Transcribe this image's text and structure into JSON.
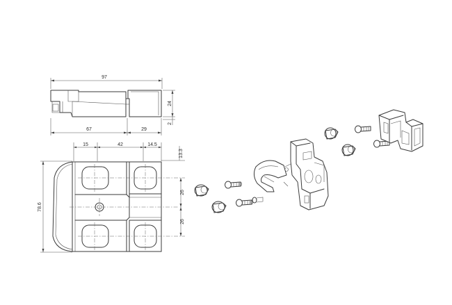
{
  "diagram": {
    "dimensions": {
      "overall_length": "97",
      "left_length": "67",
      "right_length": "29",
      "height_side": "24",
      "offset_small": "2",
      "spacing_left": "15",
      "spacing_mid": "42",
      "spacing_right": "14.5",
      "edge_offset": "13.3",
      "overall_height": "78.6",
      "pitch_upper": "26",
      "pitch_lower": "26"
    }
  }
}
